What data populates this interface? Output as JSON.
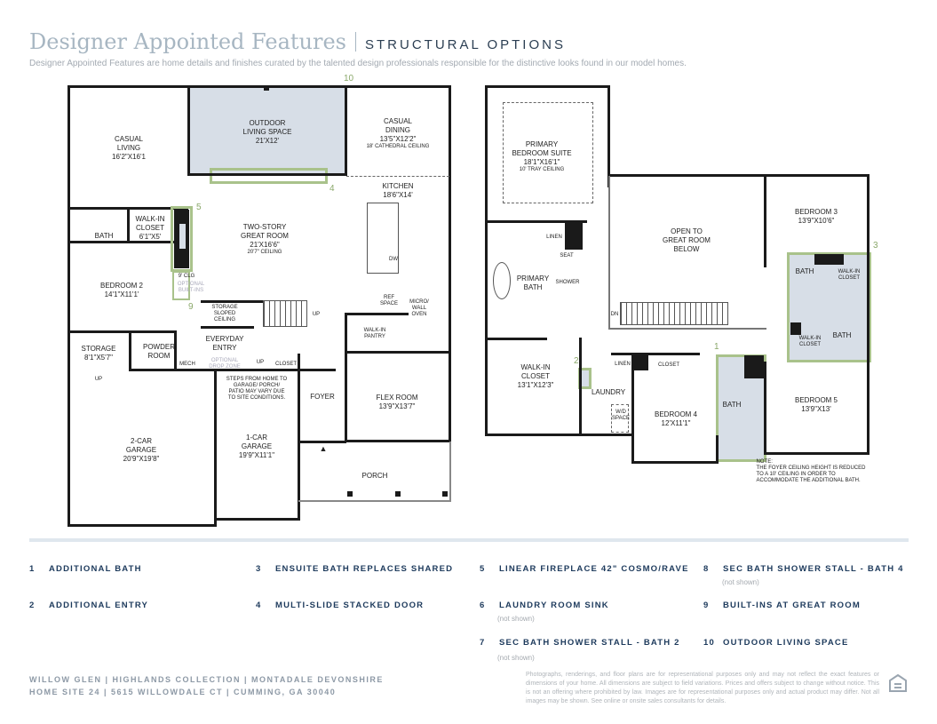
{
  "header": {
    "title": "Designer Appointed Features",
    "section": "STRUCTURAL OPTIONS",
    "subtitle": "Designer Appointed Features are home details and finishes curated by the talented design professionals responsible for the distinctive looks found in our model homes."
  },
  "first_floor": {
    "casual_living": [
      "CASUAL",
      "LIVING",
      "16'2\"X16'1"
    ],
    "outdoor_living": [
      "OUTDOOR",
      "LIVING SPACE",
      "21'X12'"
    ],
    "casual_dining": [
      "CASUAL",
      "DINING",
      "13'5\"X12'2\"",
      "18' CATHEDRAL CEILING"
    ],
    "kitchen": [
      "KITCHEN",
      "18'6\"X14'"
    ],
    "dw": "DW",
    "great_room": [
      "TWO-STORY",
      "GREAT ROOM",
      "21'X16'6\"",
      "20'7\" CEILING"
    ],
    "bath": "BATH",
    "walk_in_closet": [
      "WALK-IN",
      "CLOSET",
      "6'1\"X5'"
    ],
    "bedroom2": [
      "BEDROOM 2",
      "14'1\"X11'1'"
    ],
    "clg": "9' CLG",
    "optional_builtins": [
      "OPTIONAL",
      "BUILT-INS"
    ],
    "storage_sloped": [
      "STORAGE",
      "SLOPED",
      "CEILING"
    ],
    "up": "UP",
    "ref_space": [
      "REF",
      "SPACE"
    ],
    "micro_wall_oven": [
      "MICRO/",
      "WALL",
      "OVEN"
    ],
    "walk_in_pantry": [
      "WALK-IN",
      "PANTRY"
    ],
    "storage": [
      "STORAGE",
      "8'1\"X5'7\""
    ],
    "powder_room": [
      "POWDER",
      "ROOM"
    ],
    "everyday_entry": [
      "EVERYDAY",
      "ENTRY"
    ],
    "optional_drop_zone": [
      "OPTIONAL",
      "DROP ZONE"
    ],
    "mech": "MECH",
    "closet": "CLOSET",
    "steps_note": [
      "STEPS FROM HOME TO",
      "GARAGE/ PORCH/",
      "PATIO MAY VARY DUE",
      "TO SITE CONDITIONS."
    ],
    "foyer": "FOYER",
    "flex_room": [
      "FLEX ROOM",
      "13'9\"X13'7\""
    ],
    "garage2": [
      "2-CAR",
      "GARAGE",
      "20'9\"X19'8\""
    ],
    "garage1": [
      "1-CAR",
      "GARAGE",
      "19'9\"X11'1\""
    ],
    "porch": "PORCH"
  },
  "second_floor": {
    "primary_suite": [
      "PRIMARY",
      "BEDROOM SUITE",
      "18'1\"X16'1\"",
      "10' TRAY CEILING"
    ],
    "open_to_below": [
      "OPEN TO",
      "GREAT ROOM",
      "BELOW"
    ],
    "bedroom3": [
      "BEDROOM 3",
      "13'9\"X10'6\""
    ],
    "linen": "LINEN",
    "seat": "SEAT",
    "shower": "SHOWER",
    "primary_bath": [
      "PRIMARY",
      "BATH"
    ],
    "dn": "DN",
    "bath": "BATH",
    "walk_in_closet_small": [
      "WALK-IN",
      "CLOSET"
    ],
    "walk_in_closet": [
      "WALK-IN",
      "CLOSET",
      "13'1\"X12'3\""
    ],
    "laundry": "LAUNDRY",
    "wd_space": [
      "W/D",
      "SPACE"
    ],
    "closet": "CLOSET",
    "bedroom4": [
      "BEDROOM 4",
      "12'X11'1\""
    ],
    "bedroom5": [
      "BEDROOM 5",
      "13'9\"X13'"
    ],
    "note": [
      "NOTE:",
      "THE FOYER CEILING HEIGHT IS REDUCED",
      "TO A 10' CEILING IN ORDER TO",
      "ACCOMMODATE THE ADDITIONAL BATH."
    ]
  },
  "markers": [
    "1",
    "2",
    "3",
    "4",
    "5",
    "9",
    "10"
  ],
  "legend": [
    {
      "num": "1",
      "label": "ADDITIONAL BATH"
    },
    {
      "num": "2",
      "label": "ADDITIONAL ENTRY"
    },
    {
      "num": "3",
      "label": "ENSUITE BATH REPLACES SHARED"
    },
    {
      "num": "4",
      "label": "MULTI-SLIDE STACKED DOOR"
    },
    {
      "num": "5",
      "label": "LINEAR FIREPLACE 42\" COSMO/RAVE"
    },
    {
      "num": "6",
      "label": "LAUNDRY ROOM SINK",
      "note": "(not shown)"
    },
    {
      "num": "7",
      "label": "SEC BATH SHOWER STALL - BATH 2",
      "note": "(not shown)"
    },
    {
      "num": "8",
      "label": "SEC BATH SHOWER STALL - BATH 4",
      "note": "(not shown)"
    },
    {
      "num": "9",
      "label": "BUILT-INS AT GREAT ROOM"
    },
    {
      "num": "10",
      "label": "OUTDOOR LIVING SPACE"
    }
  ],
  "footer": {
    "line1": "WILLOW GLEN  |  HIGHLANDS COLLECTION  |  MONTADALE DEVONSHIRE",
    "line2": "HOME SITE 24  |  5615 WILLOWDALE CT  |  CUMMING, GA 30040",
    "disclaimer": "Photographs, renderings, and floor plans are for representational purposes only and may not reflect the exact features or dimensions of your home. All dimensions are subject to field variations. Prices and offers subject to change without notice. This is not an offering where prohibited by law. Images are for representational purposes only and actual product may differ. Not all images may be shown. See online or onsite sales consultants for details."
  },
  "colors": {
    "option_green": "#a9c28b",
    "option_fill": "#d7dee7",
    "title": "#a7b6c2",
    "navy": "#1d3a5c"
  }
}
